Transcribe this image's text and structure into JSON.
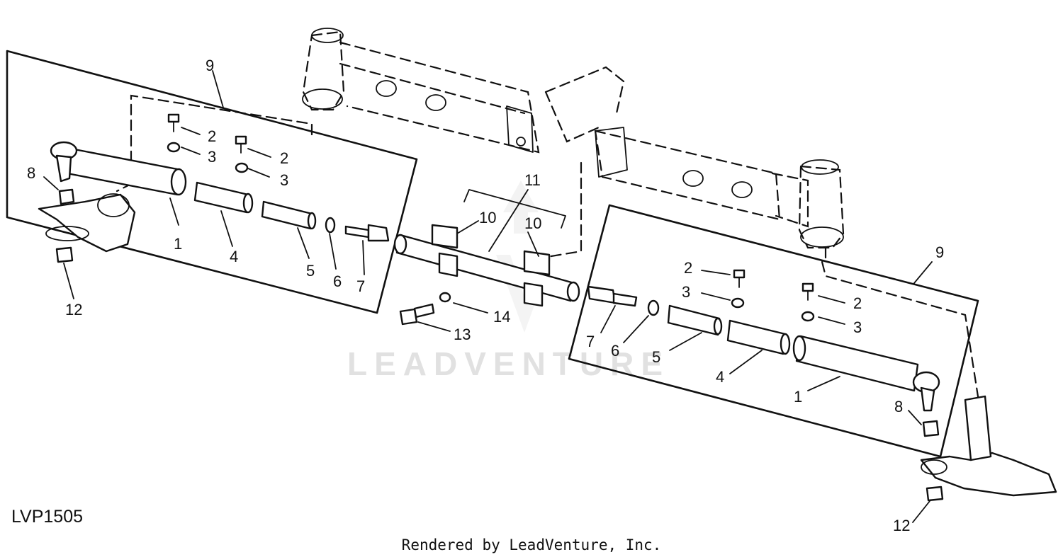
{
  "figure_id": "LVP1505",
  "credit": "Rendered by LeadVenture, Inc.",
  "watermark": "LEADVENTURE",
  "callouts": {
    "l_9": "9",
    "l_2a": "2",
    "l_2b": "2",
    "l_3a": "3",
    "l_3b": "3",
    "l_8": "8",
    "l_1": "1",
    "l_4": "4",
    "l_5": "5",
    "l_6": "6",
    "l_7": "7",
    "l_12": "12",
    "c_11": "11",
    "c_10a": "10",
    "c_10b": "10",
    "c_14": "14",
    "c_13": "13",
    "r_9": "9",
    "r_2a": "2",
    "r_2b": "2",
    "r_3a": "3",
    "r_3b": "3",
    "r_7": "7",
    "r_6": "6",
    "r_5": "5",
    "r_4": "4",
    "r_1": "1",
    "r_8": "8",
    "r_12": "12"
  }
}
